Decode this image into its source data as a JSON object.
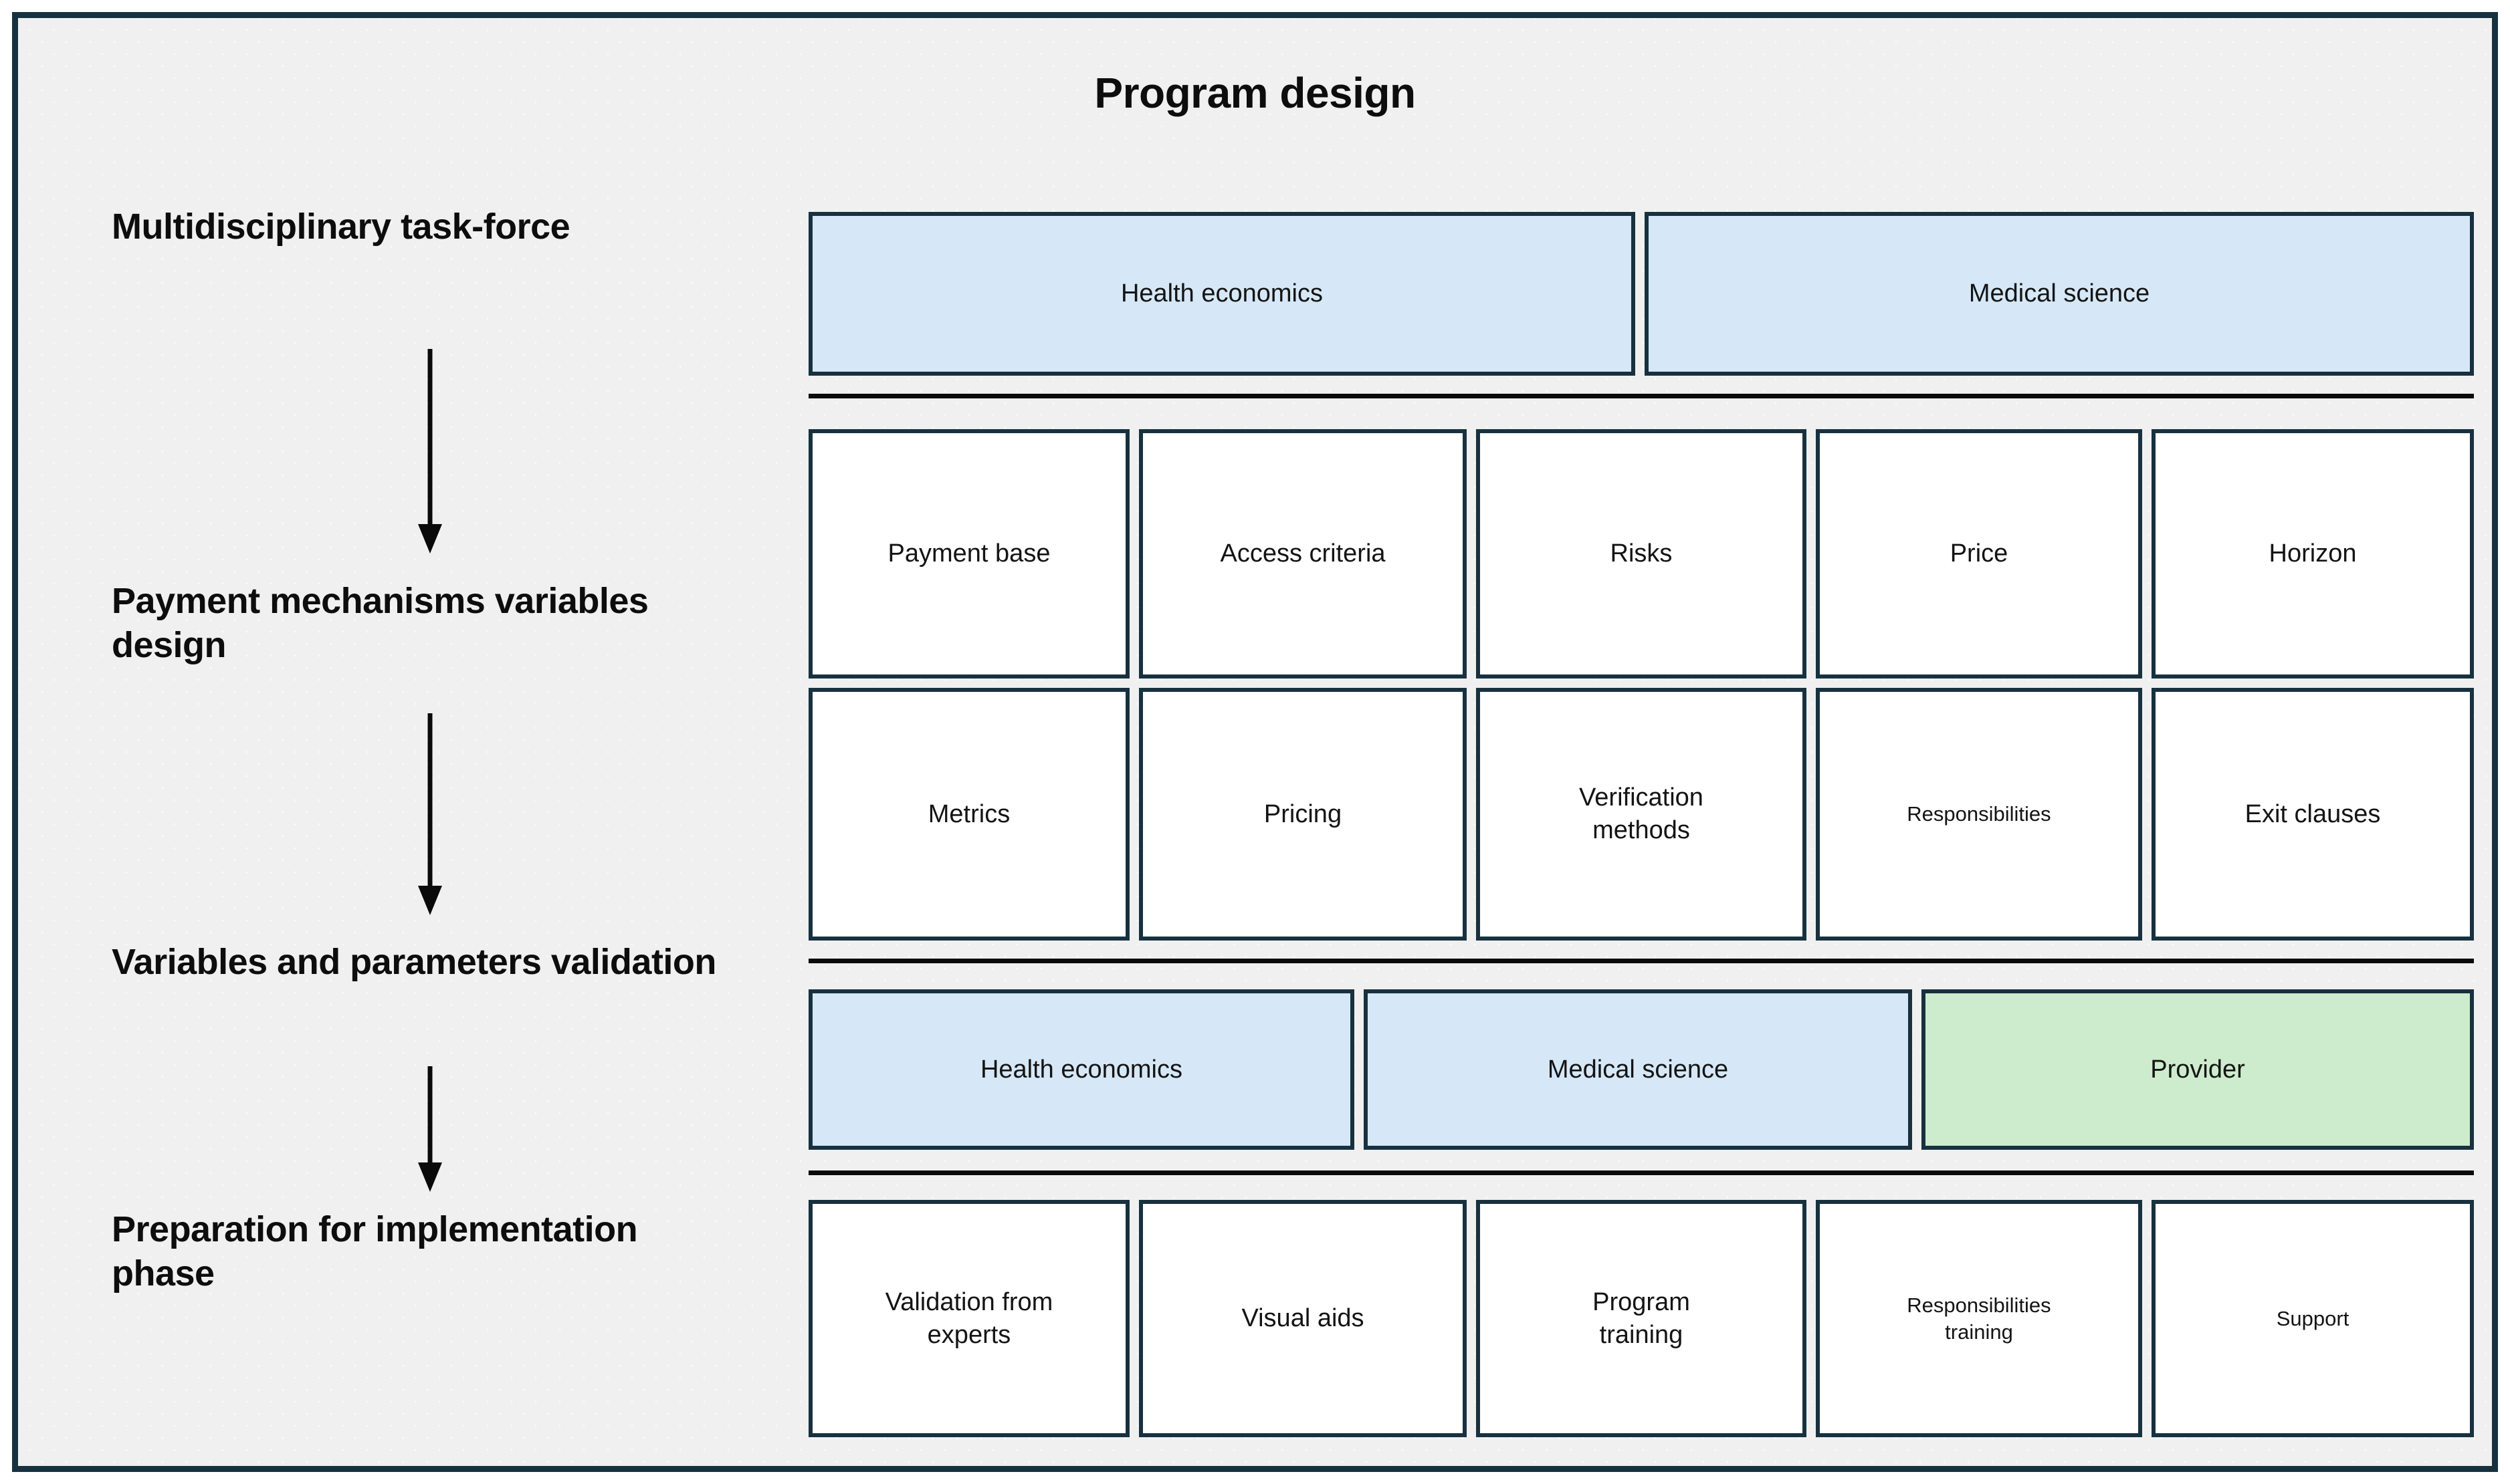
{
  "diagram": {
    "title": "Program design",
    "colors": {
      "border": "#16323f",
      "background": "#f0f0f0",
      "blue_fill": "#d6e8f7",
      "green_fill": "#cdeccd",
      "white_fill": "#ffffff",
      "text": "#141414"
    },
    "stages": [
      {
        "label": "Multidisciplinary task-force"
      },
      {
        "label": "Payment mechanisms variables design"
      },
      {
        "label": "Variables and parameters validation"
      },
      {
        "label": "Preparation for implementation phase"
      }
    ],
    "arrows": [
      {
        "name": "arrow-stage1-to-stage2"
      },
      {
        "name": "arrow-stage2-to-stage3"
      },
      {
        "name": "arrow-stage3-to-stage4"
      }
    ],
    "rows": [
      {
        "name": "taskforce-row",
        "cells": [
          {
            "label": "Health economics",
            "fill": "blue"
          },
          {
            "label": "Medical science",
            "fill": "blue"
          }
        ]
      },
      {
        "name": "variables-row-1",
        "cells": [
          {
            "label": "Payment base",
            "fill": "white"
          },
          {
            "label": "Access criteria",
            "fill": "white"
          },
          {
            "label": "Risks",
            "fill": "white"
          },
          {
            "label": "Price",
            "fill": "white"
          },
          {
            "label": "Horizon",
            "fill": "white"
          }
        ]
      },
      {
        "name": "variables-row-2",
        "cells": [
          {
            "label": "Metrics",
            "fill": "white"
          },
          {
            "label": "Pricing",
            "fill": "white"
          },
          {
            "label": "Verification\nmethods",
            "fill": "white"
          },
          {
            "label": "Responsibilities",
            "fill": "white",
            "small": true
          },
          {
            "label": "Exit clauses",
            "fill": "white"
          }
        ]
      },
      {
        "name": "validation-row",
        "cells": [
          {
            "label": "Health economics",
            "fill": "blue"
          },
          {
            "label": "Medical science",
            "fill": "blue"
          },
          {
            "label": "Provider",
            "fill": "green"
          }
        ]
      },
      {
        "name": "preparation-row",
        "cells": [
          {
            "label": "Validation from\nexperts",
            "fill": "white"
          },
          {
            "label": "Visual aids",
            "fill": "white"
          },
          {
            "label": "Program\ntraining",
            "fill": "white"
          },
          {
            "label": "Responsibilities\ntraining",
            "fill": "white",
            "small": true
          },
          {
            "label": "Support",
            "fill": "white",
            "small": true
          }
        ]
      }
    ],
    "dividers": [
      {
        "name": "divider-after-taskforce"
      },
      {
        "name": "divider-after-variables"
      },
      {
        "name": "divider-after-validation"
      }
    ]
  }
}
